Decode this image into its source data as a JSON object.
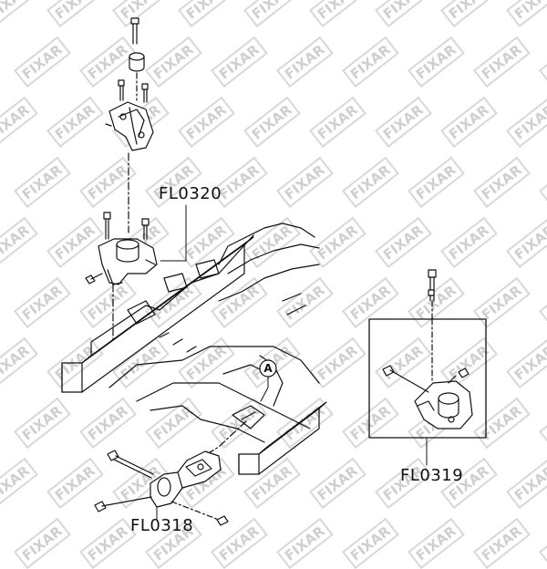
{
  "watermark": {
    "text": "FIXAR",
    "color": "#cccccc"
  },
  "callouts": {
    "upper_mount": "FL0320",
    "lower_mount": "FL0318",
    "side_mount": "FL0319"
  },
  "reference_marker": "A",
  "colors": {
    "line": "#111111",
    "background": "#ffffff"
  }
}
